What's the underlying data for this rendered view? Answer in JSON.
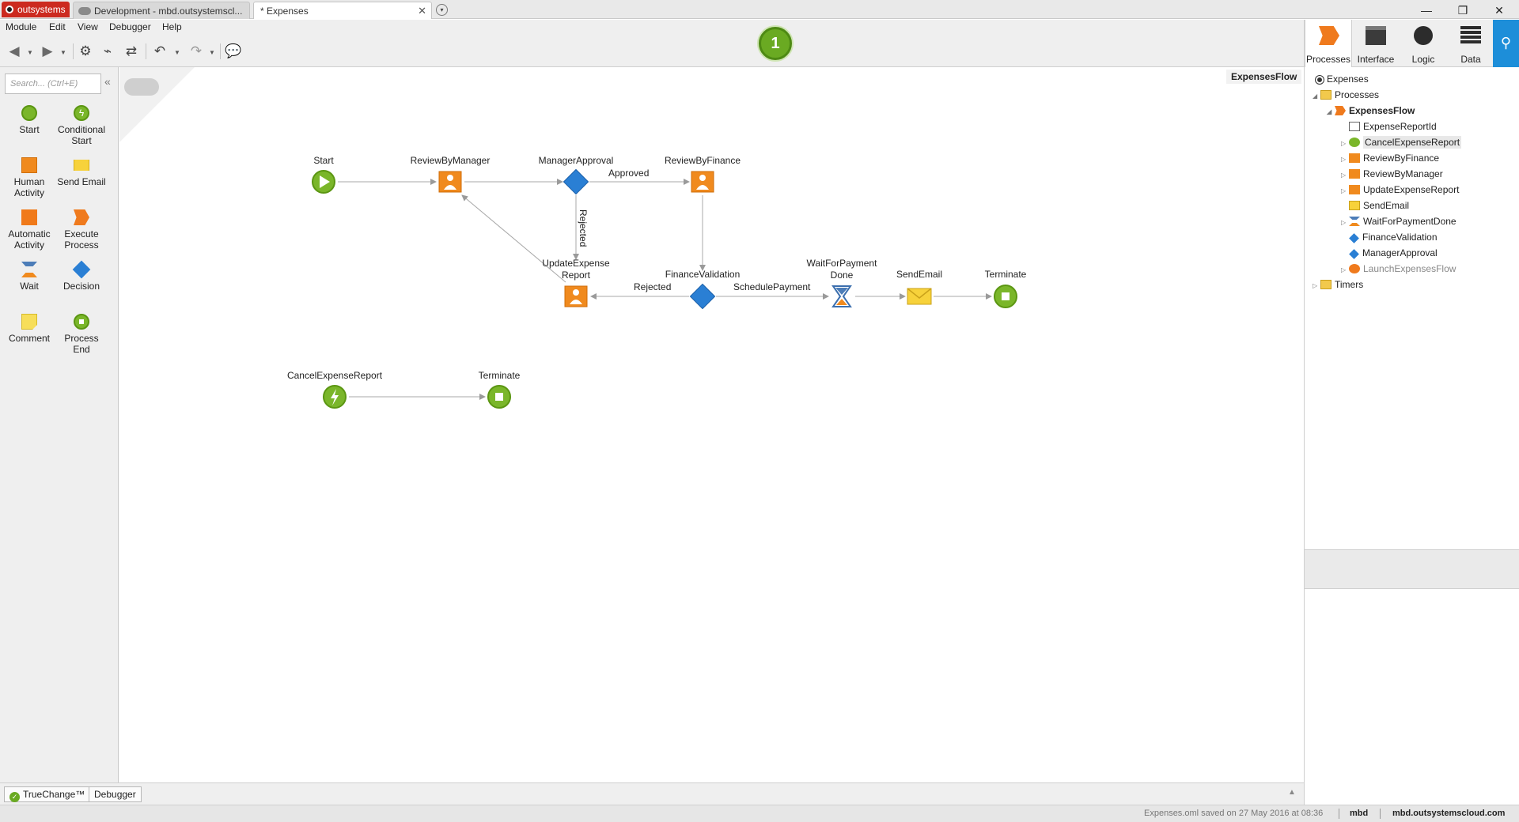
{
  "titlebar": {
    "brand": "outsystems",
    "tabs": [
      {
        "label": "Development - mbd.outsystemscl..."
      },
      {
        "label": "* Expenses",
        "close": "✕"
      }
    ],
    "window_controls": {
      "minimize": "—",
      "maximize": "❐",
      "close": "✕"
    }
  },
  "menubar": {
    "items": [
      "Module",
      "Edit",
      "View",
      "Debugger",
      "Help"
    ]
  },
  "toolbar": {
    "publish_step": "1"
  },
  "right_tabs": [
    {
      "label": "Processes",
      "icon": "process-icon",
      "active": true
    },
    {
      "label": "Interface",
      "icon": "interface-icon"
    },
    {
      "label": "Logic",
      "icon": "logic-icon"
    },
    {
      "label": "Data",
      "icon": "data-icon"
    }
  ],
  "palette": {
    "search_placeholder": "Search... (Ctrl+E)",
    "items": [
      {
        "label": "Start",
        "icon": "start-icon"
      },
      {
        "label": "Conditional Start",
        "icon": "conditional-start-icon"
      },
      {
        "label": "Human Activity",
        "icon": "human-activity-icon"
      },
      {
        "label": "Send Email",
        "icon": "send-email-icon"
      },
      {
        "label": "Automatic Activity",
        "icon": "automatic-activity-icon"
      },
      {
        "label": "Execute Process",
        "icon": "execute-process-icon"
      },
      {
        "label": "Wait",
        "icon": "wait-icon"
      },
      {
        "label": "Decision",
        "icon": "decision-icon"
      },
      {
        "label": "Comment",
        "icon": "comment-icon"
      },
      {
        "label": "Process End",
        "icon": "process-end-icon"
      }
    ]
  },
  "canvas": {
    "flow_name": "ExpensesFlow",
    "nodes": [
      {
        "id": "start",
        "type": "start",
        "label": "Start"
      },
      {
        "id": "rbm",
        "type": "human",
        "label": "ReviewByManager"
      },
      {
        "id": "ma",
        "type": "decision",
        "label": "ManagerApproval"
      },
      {
        "id": "rbf",
        "type": "human",
        "label": "ReviewByFinance"
      },
      {
        "id": "uer",
        "type": "human",
        "label_lines": [
          "UpdateExpense",
          "Report"
        ]
      },
      {
        "id": "fv",
        "type": "decision",
        "label": "FinanceValidation"
      },
      {
        "id": "wfp",
        "type": "wait",
        "label_lines": [
          "WaitForPayment",
          "Done"
        ]
      },
      {
        "id": "se",
        "type": "email",
        "label": "SendEmail"
      },
      {
        "id": "term1",
        "type": "end",
        "label": "Terminate"
      },
      {
        "id": "cer",
        "type": "conditional",
        "label": "CancelExpenseReport"
      },
      {
        "id": "term2",
        "type": "end",
        "label": "Terminate"
      }
    ],
    "edge_labels": {
      "approved": "Approved",
      "rejected_ma": "Rejected",
      "rejected_fv": "Rejected",
      "schedule": "SchedulePayment"
    }
  },
  "tree": {
    "module": "Expenses",
    "processes_folder": "Processes",
    "flow": "ExpensesFlow",
    "children": [
      {
        "label": "ExpenseReportId",
        "icon": "input-parameter-icon"
      },
      {
        "label": "CancelExpenseReport",
        "icon": "conditional-start-icon",
        "highlighted": true
      },
      {
        "label": "ReviewByFinance",
        "icon": "human-activity-icon"
      },
      {
        "label": "ReviewByManager",
        "icon": "human-activity-icon"
      },
      {
        "label": "UpdateExpenseReport",
        "icon": "human-activity-icon"
      },
      {
        "label": "SendEmail",
        "icon": "send-email-icon"
      },
      {
        "label": "WaitForPaymentDone",
        "icon": "wait-icon"
      },
      {
        "label": "FinanceValidation",
        "icon": "decision-icon"
      },
      {
        "label": "ManagerApproval",
        "icon": "decision-icon"
      },
      {
        "label": "LaunchExpensesFlow",
        "icon": "launch-process-icon",
        "dim": true
      }
    ],
    "timers_folder": "Timers"
  },
  "bottom_tabs": {
    "truechange": "TrueChange™",
    "debugger": "Debugger"
  },
  "status": {
    "saved": "Expenses.oml saved on 27 May 2016 at 08:36",
    "user": "mbd",
    "server": "mbd.outsystemscloud.com"
  },
  "colors": {
    "accent_blue": "#1d8ed9",
    "brand_red": "#cc2a1f",
    "start_green": "#7ab62a",
    "activity_orange": "#f08a1e",
    "decision_blue": "#2a7fd4"
  }
}
